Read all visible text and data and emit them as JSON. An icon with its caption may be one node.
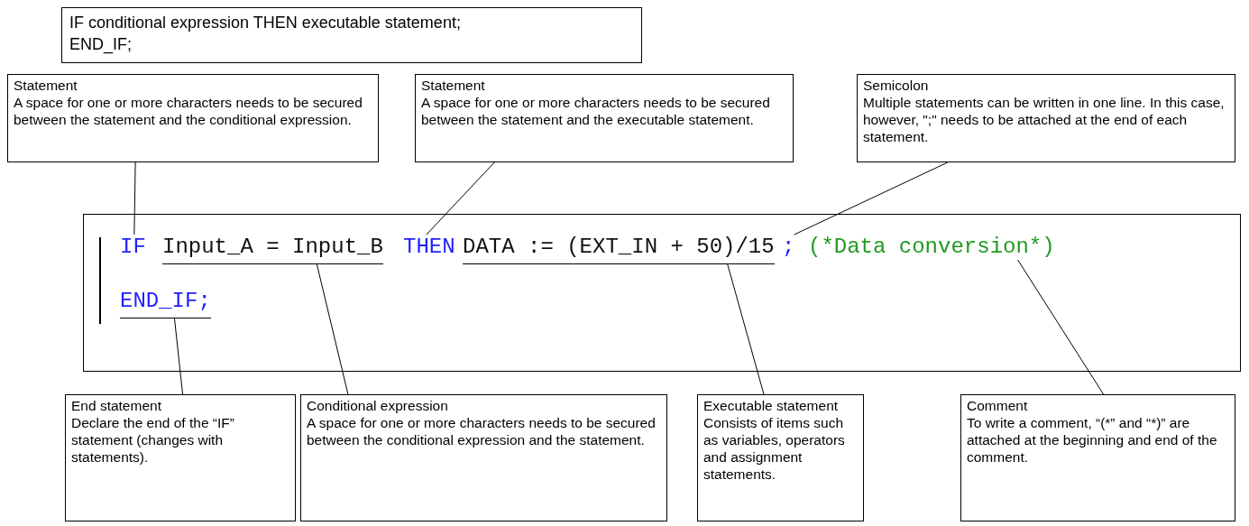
{
  "diagram": {
    "nodes": [
      {
        "text": [
          "IF conditional expression THEN executable statement;",
          "END_IF;"
        ]
      },
      {
        "text": [
          "Statement",
          "A space for one or more characters needs to be secured between the statement and the conditional expression."
        ]
      },
      {
        "text": [
          "Statement",
          "A space for one or more characters needs to be secured between the statement and the executable statement."
        ]
      },
      {
        "text": [
          "Semicolon",
          "Multiple statements can be written in one line. In this case, however, \";\" needs to be attached at the end of each statement."
        ]
      },
      {
        "text": [],
        "shape": "box"
      },
      {
        "text": [
          "IF"
        ],
        "in": 4
      },
      {
        "text": [
          "Input_A = Input_B"
        ],
        "in": 4
      },
      {
        "text": [
          "THEN"
        ],
        "in": 4
      },
      {
        "text": [
          "DATA := (EXT_IN + 50)/15"
        ],
        "in": 4
      },
      {
        "text": [
          ";"
        ],
        "in": 4
      },
      {
        "text": [
          "(*Data conversion*)"
        ],
        "in": 4
      },
      {
        "text": [
          "END_IF;"
        ],
        "in": 4
      },
      {
        "text": [
          "End statement",
          "Declare the end of the “IF” statement (changes with statements)."
        ]
      },
      {
        "text": [
          "Conditional expression",
          "A space for one or more characters needs to be secured between the conditional expression and the statement."
        ]
      },
      {
        "text": [
          "Executable statement",
          "Consists of items such as variables, operators and assignment statements."
        ]
      },
      {
        "text": [
          "Comment",
          "To write a comment, “(*” and “*)” are attached at the beginning and end of the comment."
        ]
      }
    ],
    "edges": [
      {
        "from": 1,
        "to": 5,
        "arrow": "none"
      },
      {
        "from": 2,
        "to": 7,
        "arrow": "none"
      },
      {
        "from": 3,
        "to": 9,
        "arrow": "none"
      },
      {
        "from": 12,
        "to": 11,
        "arrow": "none"
      },
      {
        "from": 13,
        "to": 6,
        "arrow": "none"
      },
      {
        "from": 14,
        "to": 8,
        "arrow": "none"
      },
      {
        "from": 15,
        "to": 10,
        "arrow": "none"
      }
    ]
  }
}
